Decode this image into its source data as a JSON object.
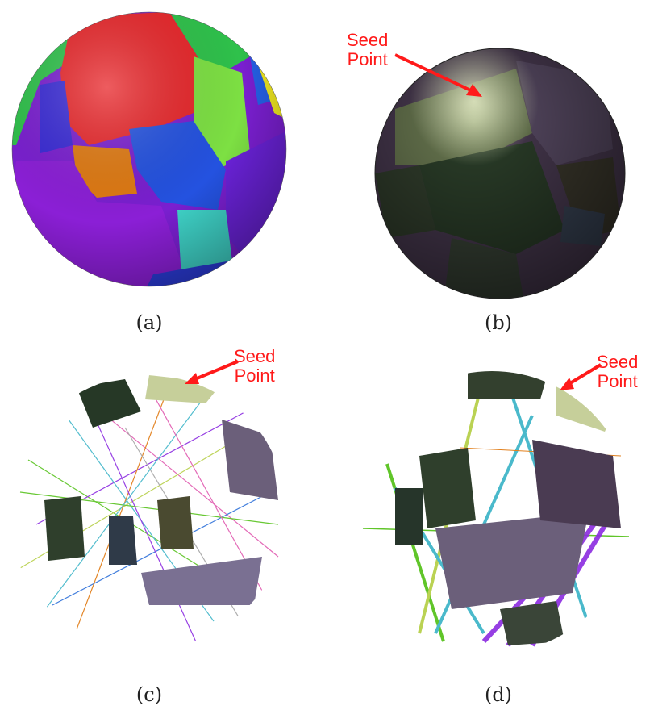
{
  "figure": {
    "captions": {
      "a": "(a)",
      "b": "(b)",
      "c": "(c)",
      "d": "(d)"
    },
    "annotation": {
      "line1": "Seed",
      "line2": "Point"
    },
    "colors": {
      "annotation_red": "#ff1a1a",
      "region_palette": [
        "#e8262a",
        "#2fc14b",
        "#2452e0",
        "#8b1fd6",
        "#c9258f",
        "#3fd3c8",
        "#e07a12",
        "#f2ea20",
        "#7de043"
      ],
      "dark_patch_palette": [
        "#2f3f2c",
        "#4a3b52",
        "#3a4538",
        "#5a4c66",
        "#263826",
        "#6b5f7a"
      ],
      "link_palette": [
        "#8b2be0",
        "#58c21e",
        "#41b6c9",
        "#e05ab0",
        "#b7d04a",
        "#a5a5a5",
        "#2c6fd9",
        "#e07a12"
      ]
    }
  }
}
